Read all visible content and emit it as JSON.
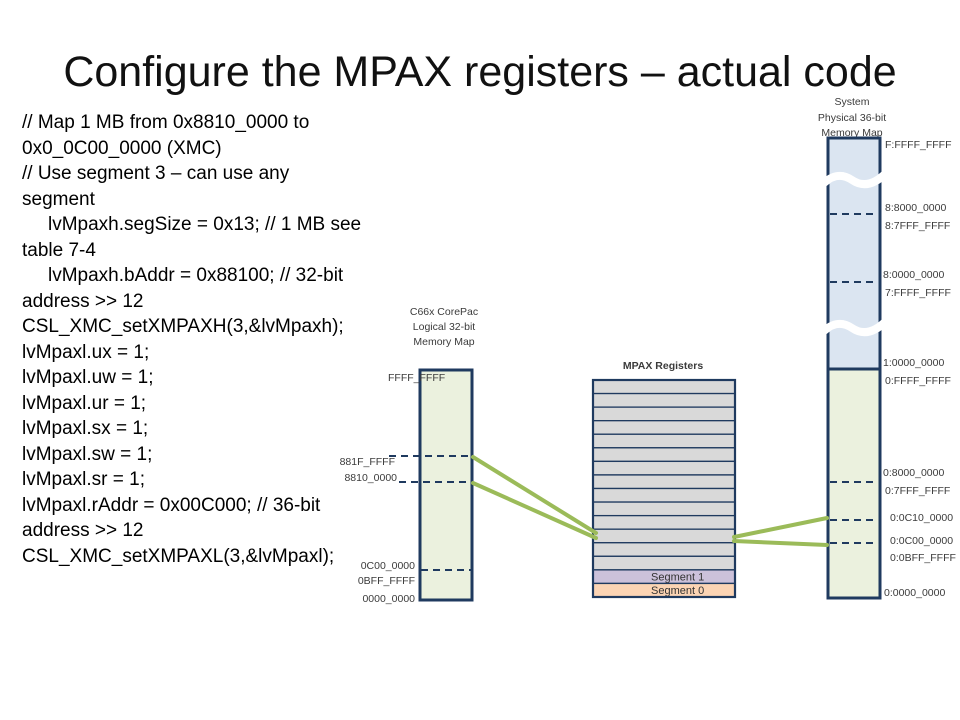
{
  "slide": {
    "title": "Configure the MPAX registers – actual code"
  },
  "code": {
    "lines": [
      "// Map 1 MB from 0x8810_0000 to",
      "0x0_0C00_0000 (XMC)",
      "// Use segment 3 – can use any",
      "segment",
      "lvMpaxh.segSize = 0x13; // 1 MB see",
      "table 7-4",
      "lvMpaxh.bAddr = 0x88100; // 32-bit",
      "address >> 12",
      "CSL_XMC_setXMPAXH(3,&lvMpaxh);",
      "lvMpaxl.ux = 1;",
      "lvMpaxl.uw = 1;",
      "lvMpaxl.ur = 1;",
      "lvMpaxl.sx = 1;",
      "lvMpaxl.sw = 1;",
      "lvMpaxl.sr = 1;",
      "lvMpaxl.rAddr = 0x00C000; // 36-bit",
      "address >> 12",
      "CSL_XMC_setXMPAXL(3,&lvMpaxl);"
    ]
  },
  "logical_map": {
    "caption": [
      "C66x CorePac",
      "Logical 32-bit",
      "Memory Map"
    ],
    "addresses": [
      "FFFF_FFFF",
      "881F_FFFF",
      "8810_0000",
      "0C00_0000",
      "0BFF_FFFF",
      "0000_0000"
    ]
  },
  "mpax": {
    "title": "MPAX Registers",
    "segments": [
      "Segment 1",
      "Segment 0"
    ]
  },
  "physical_map": {
    "caption": [
      "System",
      "Physical 36-bit",
      "Memory Map"
    ],
    "addresses": [
      "F:FFFF_FFFF",
      "8:8000_0000",
      "8:7FFF_FFFF",
      "8:0000_0000",
      "7:FFFF_FFFF",
      "1:0000_0000",
      "0:FFFF_FFFF",
      "0:8000_0000",
      "0:7FFF_FFFF",
      "0:0C10_0000",
      "0:0C00_0000",
      "0:0BFF_FFFF",
      "0:0000_0000"
    ]
  },
  "colors": {
    "border": "#1f3a5f",
    "logical_fill": "#ebf1de",
    "physical_upper_fill": "#dbe5f1",
    "physical_lower_fill": "#ebf1de",
    "register_fill": "#d9d9d9",
    "segment1_fill": "#ccc1da",
    "segment0_fill": "#fbd4b4",
    "mapping_line": "#9bbb59"
  }
}
